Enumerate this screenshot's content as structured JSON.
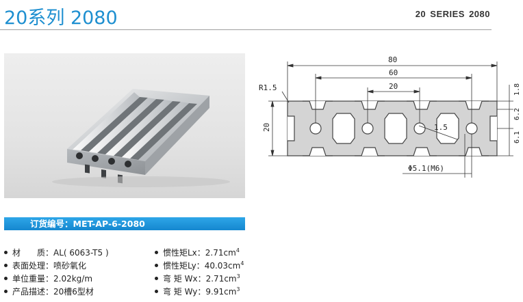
{
  "header": {
    "title_cn": "20系列 2080",
    "title_en": "20 SERIES 2080"
  },
  "drawing": {
    "dim_80": "80",
    "dim_60": "60",
    "dim_20_top": "20",
    "dim_20_left": "20",
    "radius": "R1.5",
    "wall": "1.5",
    "right_top": "1.8",
    "right_mid": "6.2",
    "right_bot": "6.1",
    "hole": "Φ5.1(M6)"
  },
  "order": {
    "label": "订货编号：MET-AP-6-2080"
  },
  "specs_left": [
    {
      "label": "材　　质：",
      "value": "AL( 6063-T5 )"
    },
    {
      "label": "表面处理：",
      "value": "喷砂氧化"
    },
    {
      "label": "单位重量：",
      "value": "2.02kg/m"
    },
    {
      "label": "产品描述：",
      "value": "20槽6型材"
    }
  ],
  "specs_right": [
    {
      "label": "惯性矩Lx：",
      "value": "2.71cm",
      "sup": "4"
    },
    {
      "label": "惯性矩Ly：",
      "value": "40.03cm",
      "sup": "4"
    },
    {
      "label": "弯 矩 Wx：",
      "value": "2.71cm",
      "sup": "3"
    },
    {
      "label": "弯 矩 Wy：",
      "value": "9.91cm",
      "sup": "3"
    }
  ],
  "colors": {
    "accent": "#1e8fd0",
    "bar": "#1a8fd6",
    "profile_fill": "#d6d6d6",
    "line": "#333333"
  }
}
